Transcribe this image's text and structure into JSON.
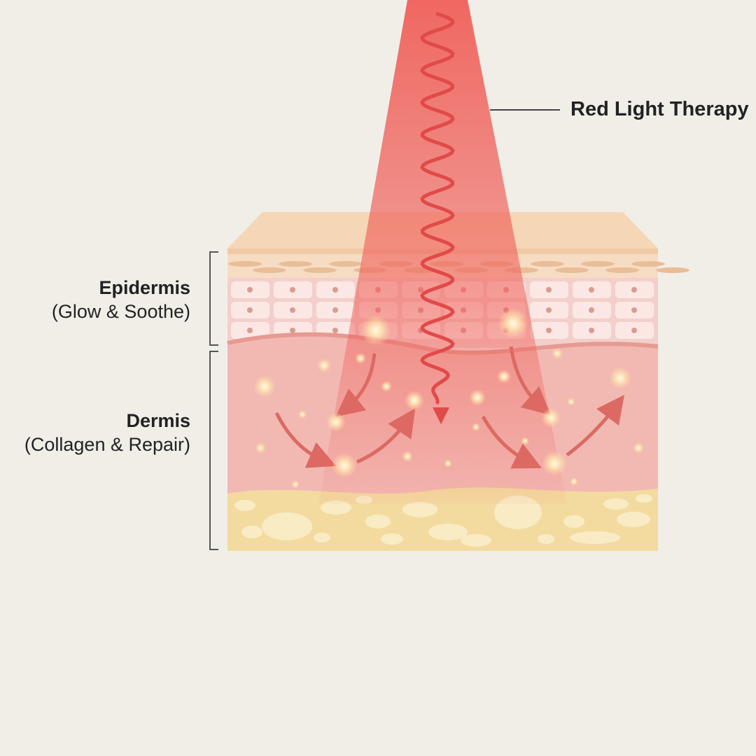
{
  "title_label": "Red Light Therapy",
  "layers": [
    {
      "name": "Epidermis",
      "subtitle": "(Glow & Soothe)"
    },
    {
      "name": "Dermis",
      "subtitle": "(Collagen & Repair)"
    }
  ],
  "colors": {
    "background": "#f1eee8",
    "beam": "#f0605a",
    "wave": "#e04a48",
    "epidermis_top": "#f5d6b6",
    "cells": "#f3cfcb",
    "dermis": "#f2b5b0",
    "fat": "#f3dba0"
  }
}
